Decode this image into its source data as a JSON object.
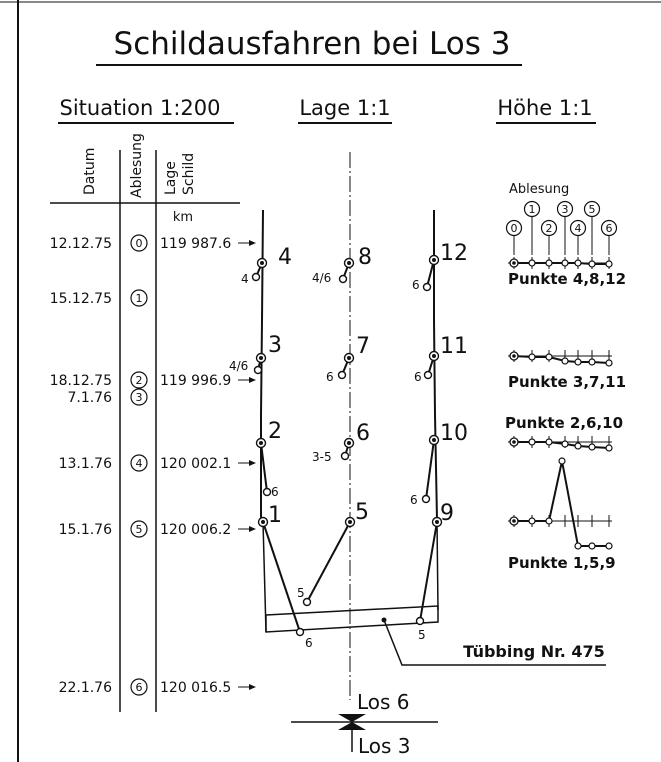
{
  "title": "Schildausfahren bei Los 3",
  "sections": {
    "situation": "Situation 1:200",
    "lage": "Lage 1:1",
    "hoehe": "Höhe 1:1"
  },
  "table": {
    "headers": {
      "datum": "Datum",
      "ablesung": "Ablesung",
      "lage": "Lage",
      "schild": "Schild"
    },
    "unit": "km",
    "rows": [
      {
        "datum": "12.12.75",
        "ablesung": "0",
        "km": "119 987.6"
      },
      {
        "datum": "15.12.75",
        "ablesung": "1",
        "km": ""
      },
      {
        "datum": "18.12.75",
        "ablesung": "2",
        "km": "119 996.9"
      },
      {
        "datum": "7.1.76",
        "ablesung": "3",
        "km": ""
      },
      {
        "datum": "13.1.76",
        "ablesung": "4",
        "km": "120 002.1"
      },
      {
        "datum": "15.1.76",
        "ablesung": "5",
        "km": "120 006.2"
      },
      {
        "datum": "22.1.76",
        "ablesung": "6",
        "km": "120 016.5"
      }
    ]
  },
  "lage": {
    "points": [
      "1",
      "2",
      "3",
      "4",
      "5",
      "6",
      "7",
      "8",
      "9",
      "10",
      "11",
      "12"
    ],
    "labels": {
      "p4": "4",
      "p3": "4/6",
      "p2": "6",
      "p1": "6",
      "p8": "4/6",
      "p7": "6",
      "p6": "3-5",
      "p5": "5",
      "p12": "6",
      "p11": "6",
      "p10": "6",
      "p9": "5"
    },
    "tubbing": "Tübbing Nr. 475",
    "los6": "Los 6",
    "los3": "Los 3"
  },
  "hoehe": {
    "ablesung": "Ablesung",
    "numbers": [
      "0",
      "1",
      "2",
      "3",
      "4",
      "5",
      "6"
    ],
    "groups": [
      "Punkte 4,8,12",
      "Punkte 3,7,11",
      "Punkte 2,6,10",
      "Punkte 1,5,9"
    ]
  }
}
